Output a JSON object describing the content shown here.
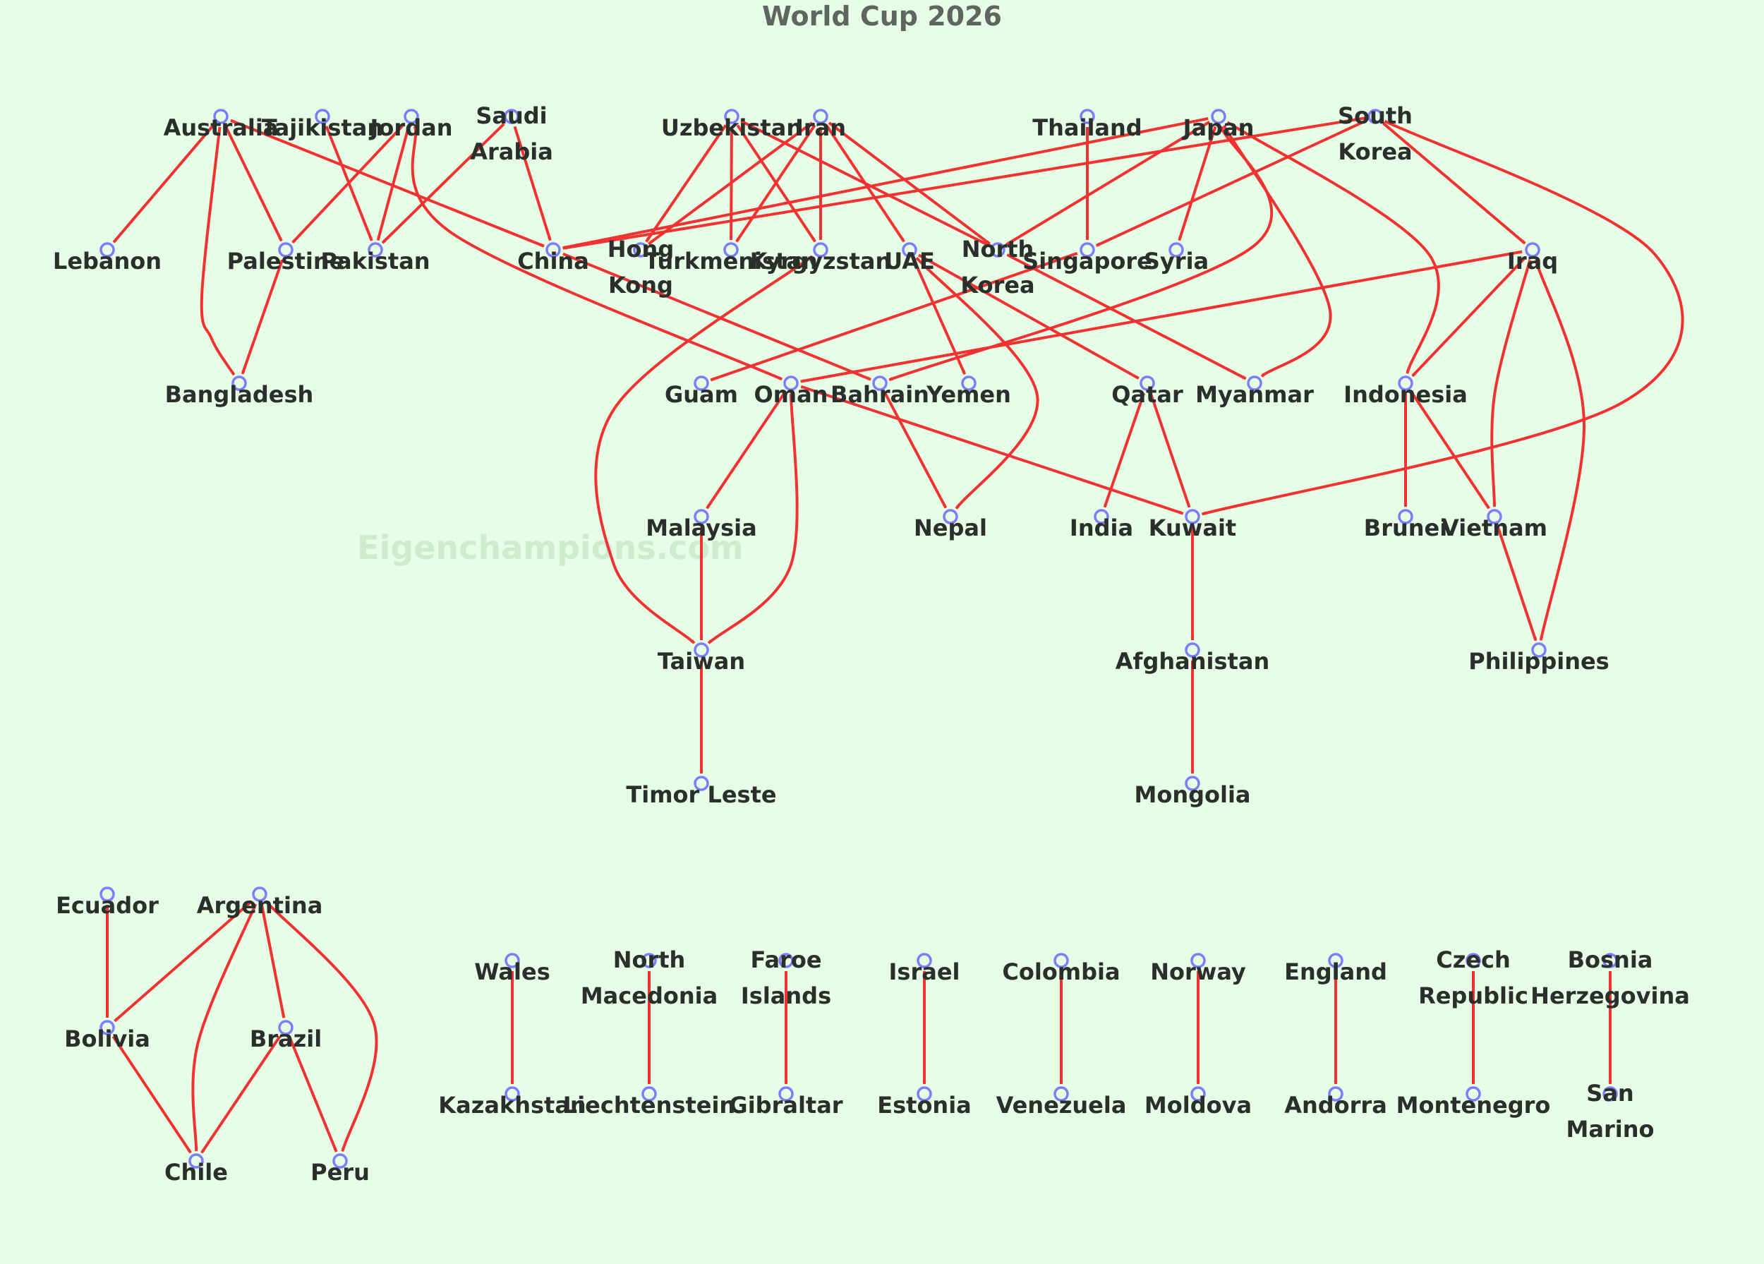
{
  "title": "World Cup 2026",
  "watermark": "Eigenchampions.com",
  "colors": {
    "background": "#e6fde6",
    "edge": "#f03232",
    "node": "#7d7dff",
    "label": "#2b2f2b",
    "title": "#5f665f"
  },
  "nodes": [
    {
      "id": "australia",
      "label": [
        "Australia"
      ]
    },
    {
      "id": "tajikistan",
      "label": [
        "Tajikistan"
      ]
    },
    {
      "id": "jordan",
      "label": [
        "Jordan"
      ]
    },
    {
      "id": "saudi_arabia",
      "label": [
        "Saudi",
        "Arabia"
      ]
    },
    {
      "id": "uzbekistan",
      "label": [
        "Uzbekistan"
      ]
    },
    {
      "id": "iran",
      "label": [
        "Iran"
      ]
    },
    {
      "id": "thailand",
      "label": [
        "Thailand"
      ]
    },
    {
      "id": "japan",
      "label": [
        "Japan"
      ]
    },
    {
      "id": "south_korea",
      "label": [
        "South",
        "Korea"
      ]
    },
    {
      "id": "lebanon",
      "label": [
        "Lebanon"
      ]
    },
    {
      "id": "palestine",
      "label": [
        "Palestine"
      ]
    },
    {
      "id": "pakistan",
      "label": [
        "Pakistan"
      ]
    },
    {
      "id": "china",
      "label": [
        "China"
      ]
    },
    {
      "id": "hong_kong",
      "label": [
        "Hong",
        "Kong"
      ]
    },
    {
      "id": "turkmenistan",
      "label": [
        "Turkmenistan"
      ]
    },
    {
      "id": "kyrgyzstan",
      "label": [
        "Kyrgyzstan"
      ]
    },
    {
      "id": "uae",
      "label": [
        "UAE"
      ]
    },
    {
      "id": "north_korea",
      "label": [
        "North",
        "Korea"
      ]
    },
    {
      "id": "singapore",
      "label": [
        "Singapore"
      ]
    },
    {
      "id": "syria",
      "label": [
        "Syria"
      ]
    },
    {
      "id": "iraq",
      "label": [
        "Iraq"
      ]
    },
    {
      "id": "bangladesh",
      "label": [
        "Bangladesh"
      ]
    },
    {
      "id": "guam",
      "label": [
        "Guam"
      ]
    },
    {
      "id": "oman",
      "label": [
        "Oman"
      ]
    },
    {
      "id": "bahrain",
      "label": [
        "Bahrain"
      ]
    },
    {
      "id": "yemen",
      "label": [
        "Yemen"
      ]
    },
    {
      "id": "qatar",
      "label": [
        "Qatar"
      ]
    },
    {
      "id": "myanmar",
      "label": [
        "Myanmar"
      ]
    },
    {
      "id": "indonesia",
      "label": [
        "Indonesia"
      ]
    },
    {
      "id": "malaysia",
      "label": [
        "Malaysia"
      ]
    },
    {
      "id": "nepal",
      "label": [
        "Nepal"
      ]
    },
    {
      "id": "india",
      "label": [
        "India"
      ]
    },
    {
      "id": "kuwait",
      "label": [
        "Kuwait"
      ]
    },
    {
      "id": "brunei",
      "label": [
        "Brunei"
      ]
    },
    {
      "id": "vietnam",
      "label": [
        "Vietnam"
      ]
    },
    {
      "id": "taiwan",
      "label": [
        "Taiwan"
      ]
    },
    {
      "id": "afghanistan",
      "label": [
        "Afghanistan"
      ]
    },
    {
      "id": "philippines",
      "label": [
        "Philippines"
      ]
    },
    {
      "id": "timor_leste",
      "label": [
        "Timor Leste"
      ]
    },
    {
      "id": "mongolia",
      "label": [
        "Mongolia"
      ]
    },
    {
      "id": "ecuador",
      "label": [
        "Ecuador"
      ]
    },
    {
      "id": "argentina",
      "label": [
        "Argentina"
      ]
    },
    {
      "id": "bolivia",
      "label": [
        "Bolivia"
      ]
    },
    {
      "id": "brazil",
      "label": [
        "Brazil"
      ]
    },
    {
      "id": "chile",
      "label": [
        "Chile"
      ]
    },
    {
      "id": "peru",
      "label": [
        "Peru"
      ]
    },
    {
      "id": "wales",
      "label": [
        "Wales"
      ]
    },
    {
      "id": "north_macedonia",
      "label": [
        "North",
        "Macedonia"
      ]
    },
    {
      "id": "faroe_islands",
      "label": [
        "Faroe",
        "Islands"
      ]
    },
    {
      "id": "israel",
      "label": [
        "Israel"
      ]
    },
    {
      "id": "colombia",
      "label": [
        "Colombia"
      ]
    },
    {
      "id": "norway",
      "label": [
        "Norway"
      ]
    },
    {
      "id": "england",
      "label": [
        "England"
      ]
    },
    {
      "id": "czech_republic",
      "label": [
        "Czech",
        "Republic"
      ]
    },
    {
      "id": "bosnia_herzegovina",
      "label": [
        "Bosnia",
        "Herzegovina"
      ]
    },
    {
      "id": "kazakhstan",
      "label": [
        "Kazakhstan"
      ]
    },
    {
      "id": "liechtenstein",
      "label": [
        "Liechtenstein"
      ]
    },
    {
      "id": "gibraltar",
      "label": [
        "Gibraltar"
      ]
    },
    {
      "id": "estonia",
      "label": [
        "Estonia"
      ]
    },
    {
      "id": "venezuela",
      "label": [
        "Venezuela"
      ]
    },
    {
      "id": "moldova",
      "label": [
        "Moldova"
      ]
    },
    {
      "id": "andorra",
      "label": [
        "Andorra"
      ]
    },
    {
      "id": "montenegro",
      "label": [
        "Montenegro"
      ]
    },
    {
      "id": "san_marino",
      "label": [
        "San",
        "Marino"
      ]
    }
  ],
  "edges": [
    [
      "australia",
      "lebanon"
    ],
    [
      "australia",
      "palestine"
    ],
    [
      "australia",
      "bangladesh"
    ],
    [
      "australia",
      "china"
    ],
    [
      "tajikistan",
      "pakistan"
    ],
    [
      "jordan",
      "palestine"
    ],
    [
      "jordan",
      "pakistan"
    ],
    [
      "jordan",
      "oman"
    ],
    [
      "saudi_arabia",
      "pakistan"
    ],
    [
      "saudi_arabia",
      "china"
    ],
    [
      "palestine",
      "bangladesh"
    ],
    [
      "uzbekistan",
      "hong_kong"
    ],
    [
      "uzbekistan",
      "turkmenistan"
    ],
    [
      "uzbekistan",
      "kyrgyzstan"
    ],
    [
      "uzbekistan",
      "north_korea"
    ],
    [
      "iran",
      "hong_kong"
    ],
    [
      "iran",
      "turkmenistan"
    ],
    [
      "iran",
      "kyrgyzstan"
    ],
    [
      "iran",
      "uae"
    ],
    [
      "iran",
      "north_korea"
    ],
    [
      "thailand",
      "singapore"
    ],
    [
      "japan",
      "china"
    ],
    [
      "japan",
      "north_korea"
    ],
    [
      "japan",
      "syria"
    ],
    [
      "japan",
      "bahrain"
    ],
    [
      "japan",
      "myanmar"
    ],
    [
      "japan",
      "indonesia"
    ],
    [
      "south_korea",
      "china"
    ],
    [
      "south_korea",
      "singapore"
    ],
    [
      "south_korea",
      "iraq"
    ],
    [
      "south_korea",
      "kuwait"
    ],
    [
      "china",
      "bahrain"
    ],
    [
      "kyrgyzstan",
      "taiwan"
    ],
    [
      "uae",
      "yemen"
    ],
    [
      "uae",
      "nepal"
    ],
    [
      "uae",
      "qatar"
    ],
    [
      "north_korea",
      "myanmar"
    ],
    [
      "singapore",
      "guam"
    ],
    [
      "iraq",
      "oman"
    ],
    [
      "iraq",
      "indonesia"
    ],
    [
      "iraq",
      "vietnam"
    ],
    [
      "iraq",
      "philippines"
    ],
    [
      "oman",
      "malaysia"
    ],
    [
      "oman",
      "taiwan"
    ],
    [
      "oman",
      "kuwait"
    ],
    [
      "bahrain",
      "nepal"
    ],
    [
      "qatar",
      "india"
    ],
    [
      "qatar",
      "kuwait"
    ],
    [
      "indonesia",
      "brunei"
    ],
    [
      "indonesia",
      "vietnam"
    ],
    [
      "malaysia",
      "taiwan"
    ],
    [
      "kuwait",
      "afghanistan"
    ],
    [
      "vietnam",
      "philippines"
    ],
    [
      "taiwan",
      "timor_leste"
    ],
    [
      "afghanistan",
      "mongolia"
    ],
    [
      "ecuador",
      "bolivia"
    ],
    [
      "argentina",
      "bolivia"
    ],
    [
      "argentina",
      "brazil"
    ],
    [
      "argentina",
      "chile"
    ],
    [
      "argentina",
      "peru"
    ],
    [
      "bolivia",
      "chile"
    ],
    [
      "brazil",
      "chile"
    ],
    [
      "brazil",
      "peru"
    ],
    [
      "wales",
      "kazakhstan"
    ],
    [
      "north_macedonia",
      "liechtenstein"
    ],
    [
      "faroe_islands",
      "gibraltar"
    ],
    [
      "israel",
      "estonia"
    ],
    [
      "colombia",
      "venezuela"
    ],
    [
      "norway",
      "moldova"
    ],
    [
      "england",
      "andorra"
    ],
    [
      "czech_republic",
      "montenegro"
    ],
    [
      "bosnia_herzegovina",
      "san_marino"
    ]
  ]
}
